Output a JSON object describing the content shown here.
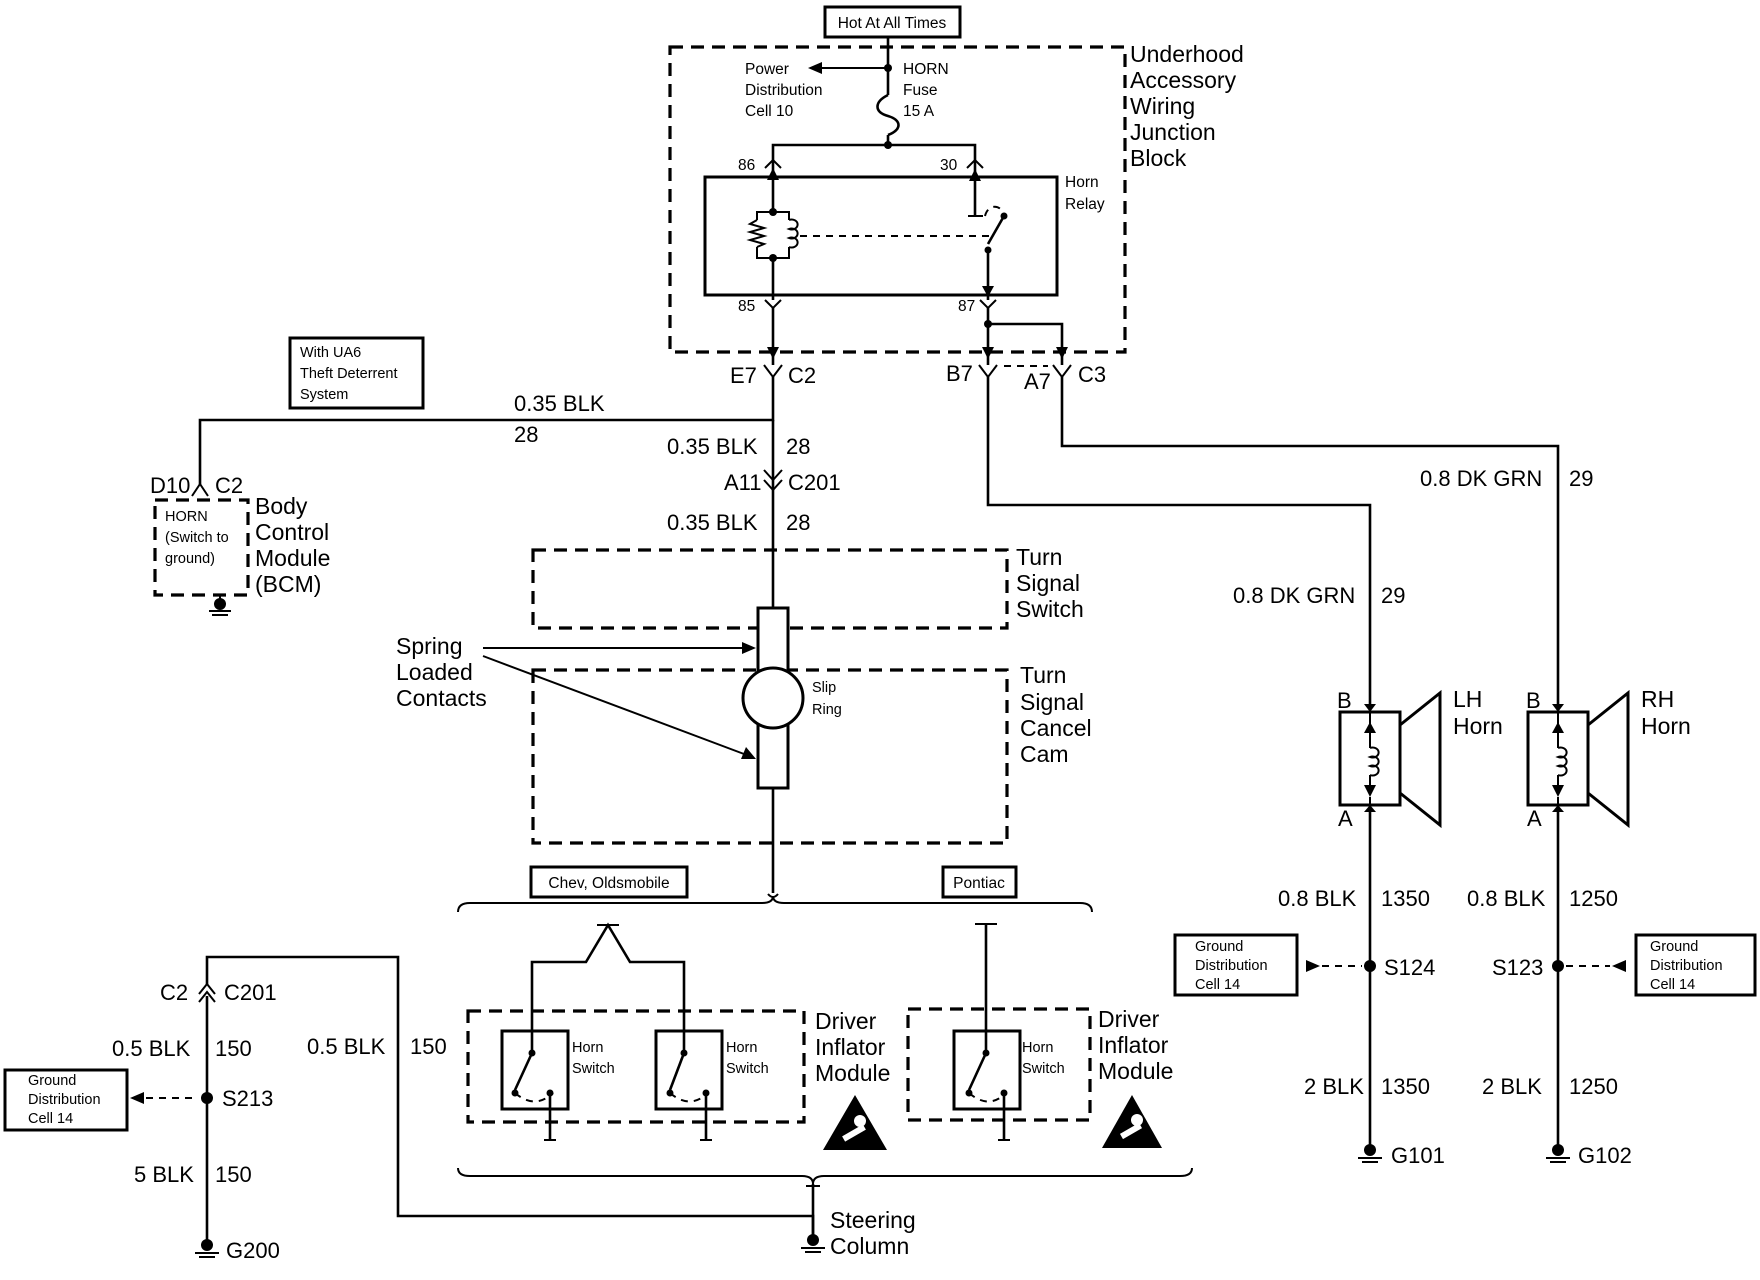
{
  "notes": {
    "hot": "Hot At All Times",
    "ua6": [
      "With UA6",
      "Theft Deterrent",
      "System"
    ],
    "chev": "Chev, Oldsmobile",
    "pontiac": "Pontiac"
  },
  "junction_block": {
    "title": [
      "Underhood",
      "Accessory",
      "Wiring",
      "Junction",
      "Block"
    ],
    "power_dist": [
      "Power",
      "Distribution",
      "Cell 10"
    ],
    "fuse": [
      "HORN",
      "Fuse",
      "15 A"
    ],
    "relay": [
      "Horn",
      "Relay"
    ],
    "pins": {
      "p86": "86",
      "p30": "30",
      "p85": "85",
      "p87": "87"
    }
  },
  "connectors": {
    "e7": "E7",
    "c2_top": "C2",
    "b7": "B7",
    "a7": "A7",
    "c3": "C3",
    "a11": "A11",
    "c201": "C201",
    "d10": "D10",
    "c2_bcm": "C2",
    "c2_left": "C2",
    "c201_left": "C201",
    "b_lh": "B",
    "a_lh": "A",
    "b_rh": "B",
    "a_rh": "A"
  },
  "wires": {
    "w1_a": "0.35 BLK",
    "w1_b": "28",
    "w2_a": "0.35 BLK",
    "w2_b": "28",
    "w3_a": "0.35 BLK",
    "w3_b": "28",
    "w4_a": "0.8 DK GRN",
    "w4_b": "29",
    "w5_a": "0.8 DK GRN",
    "w5_b": "29",
    "w6_a": "0.8 BLK",
    "w6_b": "1350",
    "w7_a": "0.8 BLK",
    "w7_b": "1250",
    "w8_a": "2 BLK",
    "w8_b": "1350",
    "w9_a": "2 BLK",
    "w9_b": "1250",
    "w10_a": "0.5 BLK",
    "w10_b": "150",
    "w11_a": "0.5 BLK",
    "w11_b": "150",
    "w12_a": "5 BLK",
    "w12_b": "150"
  },
  "bcm": {
    "inner": [
      "HORN",
      "(Switch to",
      "ground)"
    ],
    "title": [
      "Body",
      "Control",
      "Module",
      "(BCM)"
    ]
  },
  "column": {
    "turn_switch": [
      "Turn",
      "Signal",
      "Switch"
    ],
    "cancel_cam": [
      "Turn",
      "Signal",
      "Cancel",
      "Cam"
    ],
    "spring": [
      "Spring",
      "Loaded",
      "Contacts"
    ],
    "slip_ring": [
      "Slip",
      "Ring"
    ],
    "steering": [
      "Steering",
      "Column"
    ]
  },
  "modules": {
    "horn_switch": [
      "Horn",
      "Switch"
    ],
    "dim": [
      "Driver",
      "Inflator",
      "Module"
    ]
  },
  "horns": {
    "lh": [
      "LH",
      "Horn"
    ],
    "rh": [
      "RH",
      "Horn"
    ]
  },
  "grounds": {
    "gd": [
      "Ground",
      "Distribution",
      "Cell 14"
    ],
    "s124": "S124",
    "s123": "S123",
    "s213": "S213",
    "g101": "G101",
    "g102": "G102",
    "g200": "G200"
  }
}
